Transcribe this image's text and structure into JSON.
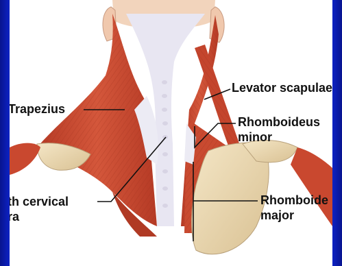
{
  "labels": {
    "trapezius": "Trapezius",
    "levator": "Levator scapulae",
    "rh_minor_1": "Rhomboideus",
    "rh_minor_2": "minor",
    "cervical_1": "nth cervical",
    "cervical_2": "ora",
    "rh_major_1": "Rhomboide",
    "rh_major_2": "major"
  },
  "colors": {
    "frame": "#0d22c4",
    "muscle": "#c9482f",
    "muscle_dark": "#a3321f",
    "tendon": "#e8e6f2",
    "bone": "#eedcb8",
    "skin": "#f2d4bc",
    "leader": "#111111"
  }
}
